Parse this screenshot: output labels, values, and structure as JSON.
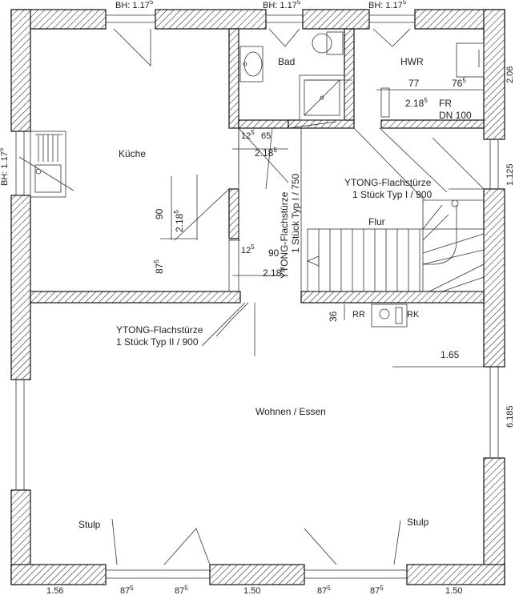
{
  "rooms": {
    "kueche": "Küche",
    "bad": "Bad",
    "hwr": "HWR",
    "flur": "Flur",
    "wohnen": "Wohnen / Essen"
  },
  "sill_heights": {
    "kueche_top": "BH: 1.17",
    "bad_top": "BH: 1.17",
    "hwr_top": "BH: 1.17",
    "kueche_left": "BH: 1.17"
  },
  "superscript_5": "5",
  "lintels": {
    "flur_right_1": "YTONG-Flachstürze",
    "flur_right_2": "1 Stück Typ I / 900",
    "flur_vertical_1": "YTONG-Flachstürze",
    "flur_vertical_2": "1 Stück Typ I / 750",
    "wohnen_1": "YTONG-Flachstürze",
    "wohnen_2": "1 Stück Typ II / 900"
  },
  "dimensions": {
    "hwr_77": "77",
    "hwr_76": "76",
    "hwr_218": "2.18",
    "fr": "FR",
    "dn100": "DN 100",
    "flur_12_top": "12",
    "flur_65": "65",
    "flur_218_top": "2.18",
    "kue_90": "90",
    "kue_218": "2.18",
    "kue_87": "87",
    "flur_12_bottom": "12",
    "flur_90": "90",
    "flur_218_bottom": "2.18",
    "d36": "36",
    "rr": "RR",
    "rk": "RK",
    "d165": "1.65",
    "right_206": "2.06",
    "right_6185": "6.185",
    "right_1125": "1.125",
    "bottom_156": "1.56",
    "bottom_87a": "87",
    "bottom_87b": "87",
    "bottom_150": "1.50",
    "bottom_87c": "87",
    "bottom_87d": "87",
    "bottom_150b": "1.50"
  },
  "annotations": {
    "stulp_left": "Stulp",
    "stulp_right": "Stulp"
  }
}
